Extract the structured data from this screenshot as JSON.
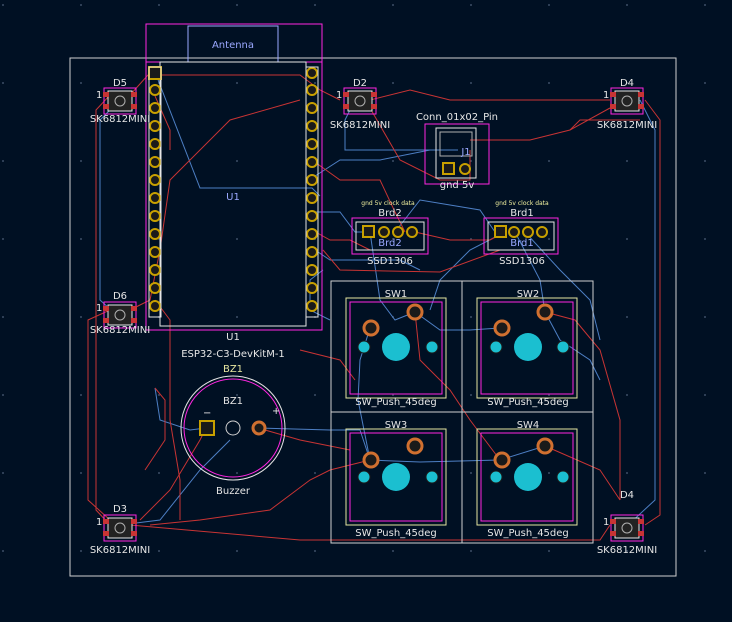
{
  "board": {
    "antenna_label": "Antenna",
    "connector": {
      "name": "Conn_01x02_Pin",
      "pins_label": "gnd 5v",
      "ref": "J1"
    },
    "oleds": [
      {
        "ref": "Brd2",
        "name": "SSD1306",
        "pins_label": "gnd 5v clock data"
      },
      {
        "ref": "Brd1",
        "name": "SSD1306",
        "pins_label": "gnd 5v clock data"
      }
    ],
    "leds": [
      {
        "ref": "D5",
        "name": "SK6812MINI"
      },
      {
        "ref": "D2",
        "name": "SK6812MINI"
      },
      {
        "ref": "D4",
        "name": "SK6812MINI"
      },
      {
        "ref": "D6",
        "name": "SK6812MINI"
      },
      {
        "ref": "D3",
        "name": "SK6812MINI"
      },
      {
        "ref": "D4",
        "name": "SK6812MINI"
      }
    ],
    "mcu": {
      "ref": "U1",
      "name": "ESP32-C3-DevKitM-1"
    },
    "buzzer": {
      "ref": "BZ1",
      "name": "Buzzer"
    },
    "switches": [
      {
        "ref": "SW1",
        "name": "SW_Push_45deg"
      },
      {
        "ref": "SW2",
        "name": "SW_Push_45deg"
      },
      {
        "ref": "SW3",
        "name": "SW_Push_45deg"
      },
      {
        "ref": "SW4",
        "name": "SW_Push_45deg"
      }
    ],
    "pin1_marker": "1",
    "colors": {
      "background": "#001023",
      "front_copper": "#c83434",
      "back_copper": "#4d7fc4",
      "courtyard": "#ff26e2",
      "fab": "#afafaf",
      "pad": "#c8a000",
      "npth": "#1bbfd0",
      "silk": "#f2eda1"
    }
  }
}
